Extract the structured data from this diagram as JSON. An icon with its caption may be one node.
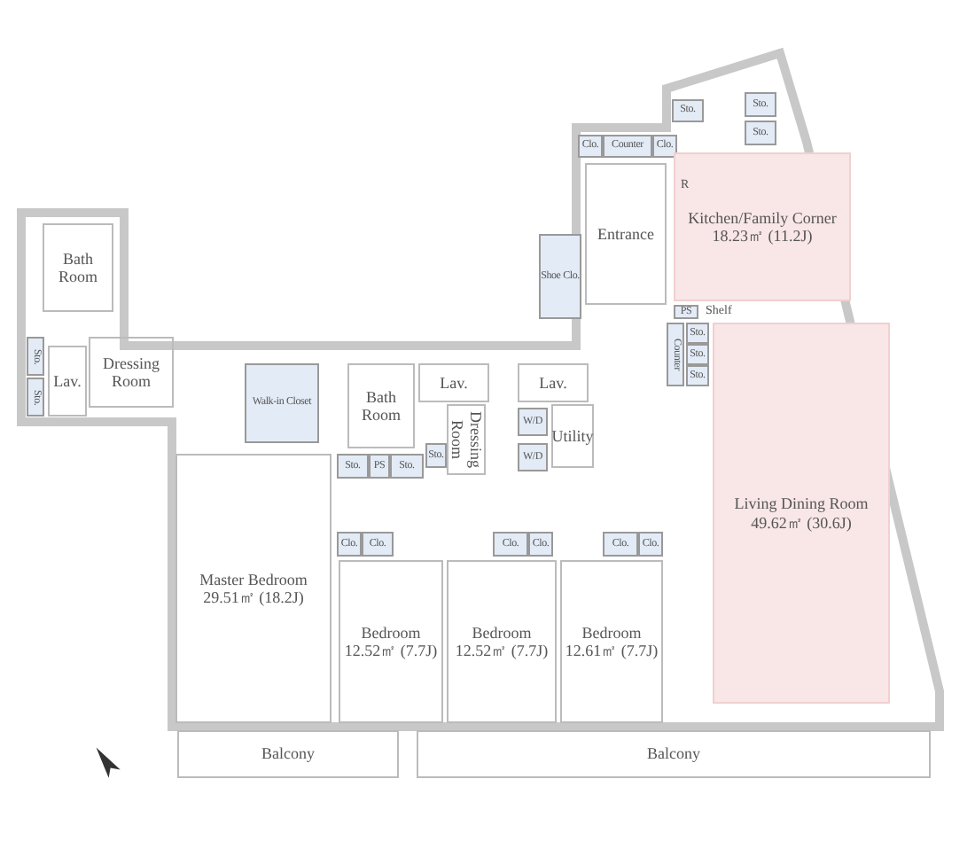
{
  "diagram": {
    "nodes": [
      {
        "text": [
          "Sto."
        ]
      },
      {
        "text": [
          "Sto."
        ]
      },
      {
        "text": [
          "Sto."
        ]
      },
      {
        "text": [
          "Clo."
        ]
      },
      {
        "text": [
          "Counter"
        ]
      },
      {
        "text": [
          "Clo."
        ]
      },
      {
        "text": [
          "Entrance"
        ]
      },
      {
        "text": [
          "Kitchen/Family Corner",
          "18.23㎡ (11.2J)"
        ]
      },
      {
        "text": [
          "Bath Room"
        ]
      },
      {
        "text": [
          "Shoe Clo."
        ]
      },
      {
        "text": [
          "Sto."
        ]
      },
      {
        "text": [
          "Sto."
        ]
      },
      {
        "text": [
          "Lav."
        ]
      },
      {
        "text": [
          "Dressing Room"
        ]
      },
      {
        "text": [
          "PS"
        ]
      },
      {
        "text": [
          "Counter"
        ]
      },
      {
        "text": [
          "Sto."
        ]
      },
      {
        "text": [
          "Sto."
        ]
      },
      {
        "text": [
          "Sto."
        ]
      },
      {
        "text": [
          "Walk-in Closet"
        ]
      },
      {
        "text": [
          "Bath Room"
        ]
      },
      {
        "text": [
          "Lav."
        ]
      },
      {
        "text": [
          "Lav."
        ]
      },
      {
        "text": [
          "Dressing Room"
        ]
      },
      {
        "text": [
          "Sto."
        ]
      },
      {
        "text": [
          "W/D"
        ]
      },
      {
        "text": [
          "Utility"
        ]
      },
      {
        "text": [
          "W/D"
        ]
      },
      {
        "text": [
          "Sto."
        ]
      },
      {
        "text": [
          "PS"
        ]
      },
      {
        "text": [
          "Sto."
        ]
      },
      {
        "text": [
          "Clo."
        ]
      },
      {
        "text": [
          "Clo."
        ]
      },
      {
        "text": [
          "Clo."
        ]
      },
      {
        "text": [
          "Clo."
        ]
      },
      {
        "text": [
          "Clo."
        ]
      },
      {
        "text": [
          "Clo."
        ]
      },
      {
        "text": [
          "Master Bedroom",
          "29.51㎡ (18.2J)"
        ]
      },
      {
        "text": [
          "Bedroom",
          "12.52㎡ (7.7J)"
        ]
      },
      {
        "text": [
          "Bedroom",
          "12.52㎡ (7.7J)"
        ]
      },
      {
        "text": [
          "Bedroom",
          "12.61㎡ (7.7J)"
        ]
      },
      {
        "text": [
          "Living Dining Room",
          "49.62㎡ (30.6J)"
        ]
      },
      {
        "text": [
          "Balcony"
        ]
      },
      {
        "text": [
          "Balcony"
        ]
      }
    ],
    "labels": [
      "R",
      "Shelf"
    ]
  }
}
